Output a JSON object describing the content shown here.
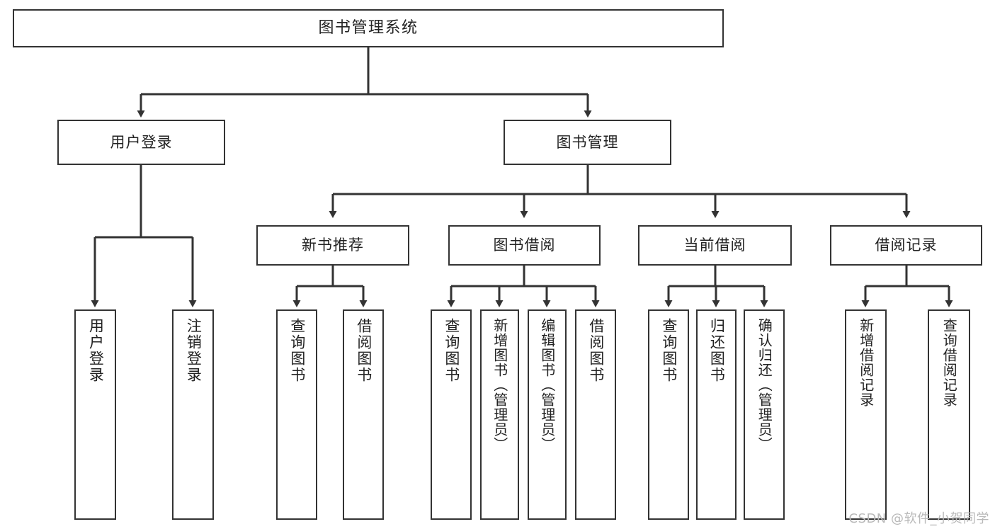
{
  "diagram": {
    "kind": "function-structure-tree",
    "title": "图书管理系统",
    "watermark": "CSDN @软件_小贺同学",
    "colors": {
      "stroke": "#333333",
      "fill": "#ffffff",
      "text": "#222222",
      "watermark": "#b9b9b9"
    }
  },
  "nodes": {
    "root": {
      "label": "图书管理系统"
    },
    "level2": [
      {
        "label": "用户登录"
      },
      {
        "label": "图书管理"
      }
    ],
    "level3": [
      {
        "label": "新书推荐"
      },
      {
        "label": "图书借阅"
      },
      {
        "label": "当前借阅"
      },
      {
        "label": "借阅记录"
      }
    ],
    "leaves": {
      "user_login": [
        {
          "label": "用户登录"
        },
        {
          "label": "注销登录"
        }
      ],
      "new_book": [
        {
          "label": "查询图书"
        },
        {
          "label": "借阅图书"
        }
      ],
      "book_borrow": [
        {
          "label": "查询图书"
        },
        {
          "label": "新增图书（管理员）"
        },
        {
          "label": "编辑图书（管理员）"
        },
        {
          "label": "借阅图书"
        }
      ],
      "current_borrow": [
        {
          "label": "查询图书"
        },
        {
          "label": "归还图书"
        },
        {
          "label": "确认归还（管理员）"
        }
      ],
      "borrow_record": [
        {
          "label": "新增借阅记录"
        },
        {
          "label": "查询借阅记录"
        }
      ]
    }
  }
}
